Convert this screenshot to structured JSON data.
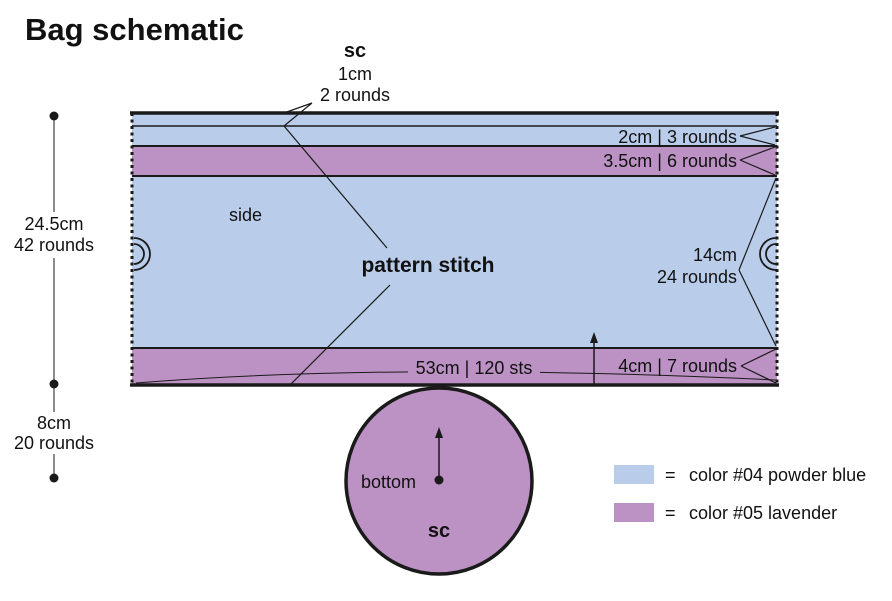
{
  "title": "Bag schematic",
  "colors": {
    "powder_blue": "#b9cdeb",
    "lavender": "#bc91c3",
    "outline": "#1a1a1a"
  },
  "top_note": {
    "stitch": "sc",
    "height": "1cm",
    "rounds": "2 rounds"
  },
  "side": {
    "label": "side",
    "stitch_label": "pattern stitch",
    "total_height": "24.5cm",
    "total_rounds": "42 rounds",
    "width": "53cm | 120 sts",
    "stripes": [
      {
        "text": "2cm | 3 rounds",
        "color": "powder blue"
      },
      {
        "text": "3.5cm | 6 rounds",
        "color": "lavender"
      },
      {
        "text_height": "14cm",
        "text_rounds": "24 rounds",
        "color": "powder blue"
      },
      {
        "text": "4cm | 7 rounds",
        "color": "lavender"
      }
    ]
  },
  "bottom": {
    "label": "bottom",
    "stitch": "sc",
    "height": "8cm",
    "rounds": "20 rounds"
  },
  "legend": [
    {
      "equals": "=",
      "label": "color #04 powder blue",
      "color": "#b9cdeb"
    },
    {
      "equals": "=",
      "label": "color #05 lavender",
      "color": "#bc91c3"
    }
  ]
}
